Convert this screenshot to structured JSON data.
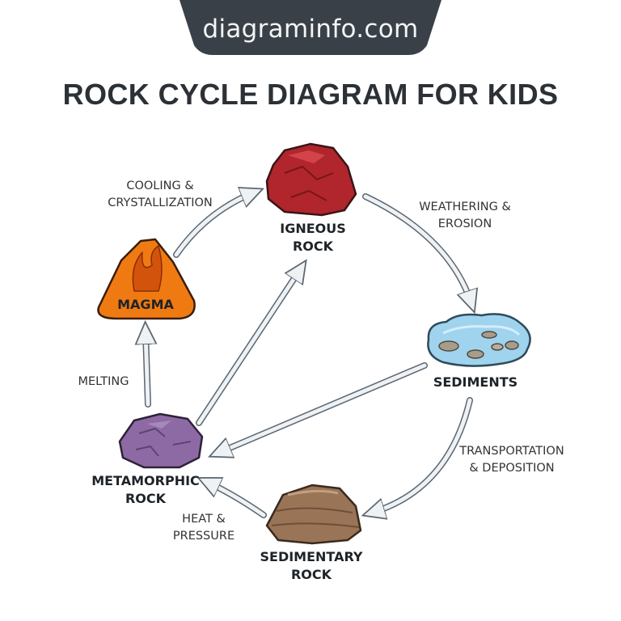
{
  "banner": {
    "text": "diagraminfo.com"
  },
  "title": "ROCK CYCLE DIAGRAM FOR KIDS",
  "nodes": {
    "igneous": "IGNEOUS\nROCK",
    "sediments": "SEDIMENTS",
    "sedimentary": "SEDIMENTARY\nROCK",
    "metamorphic": "METAMORPHIC\nROCK",
    "magma": "MAGMA"
  },
  "processes": {
    "cooling": "COOLING &\nCRYSTALLIZATION",
    "weathering": "WEATHERING &\nEROSION",
    "transportation": "TRANSPORTATION\n& DEPOSITION",
    "heat": "HEAT &\nPRESSURE",
    "melting": "MELTING"
  },
  "colors": {
    "igneous": "#b0262c",
    "sediments": "#9fd3ee",
    "sedimentary": "#9a7457",
    "metamorphic": "#8e6aa5",
    "magma": "#f07a12",
    "arrow_fill": "#eef2f5",
    "arrow_stroke": "#5b6670"
  }
}
